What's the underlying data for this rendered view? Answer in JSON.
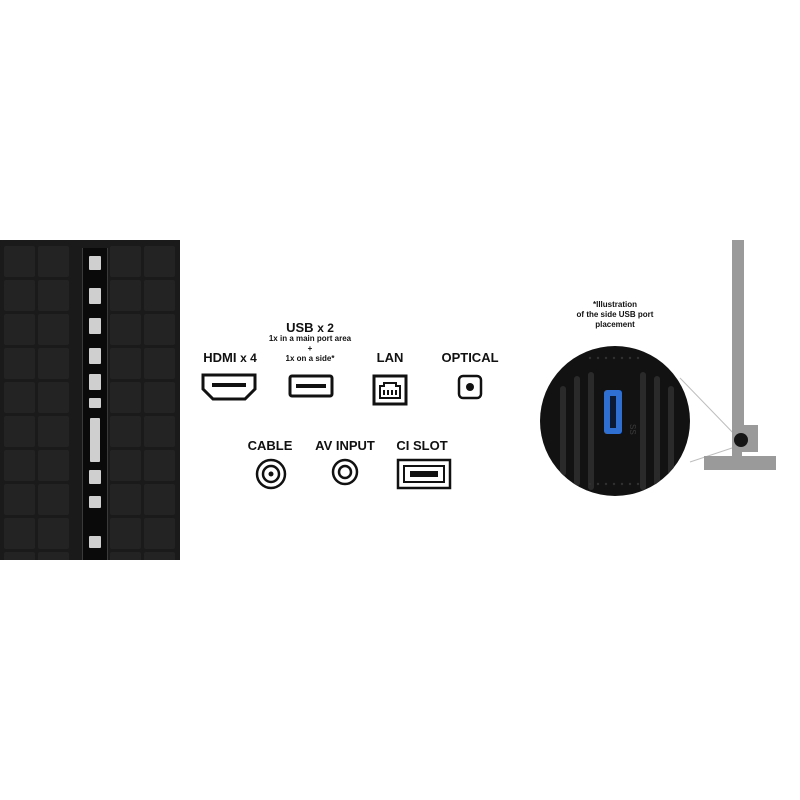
{
  "ports": {
    "hdmi": {
      "name": "HDMI",
      "qty": "x 4"
    },
    "usb": {
      "name": "USB",
      "qty": "x 2",
      "detail_1": "1x in a main port area",
      "detail_plus": "+",
      "detail_2": "1x on a side*"
    },
    "lan": {
      "name": "LAN"
    },
    "optical": {
      "name": "OPTICAL"
    },
    "cable": {
      "name": "CABLE"
    },
    "av": {
      "name": "AV INPUT"
    },
    "ci": {
      "name": "CI SLOT"
    }
  },
  "side_note": {
    "line_1": "*Illustration",
    "line_2": "of the side USB port",
    "line_3": "placement"
  },
  "colors": {
    "panel": "#1a1a1a",
    "usb_accent": "#2f6fd1",
    "stand": "#9a9a9a"
  },
  "icons": [
    "hdmi-port-icon",
    "usb-port-icon",
    "lan-port-icon",
    "optical-port-icon",
    "cable-port-icon",
    "av-input-icon",
    "ci-slot-icon"
  ]
}
